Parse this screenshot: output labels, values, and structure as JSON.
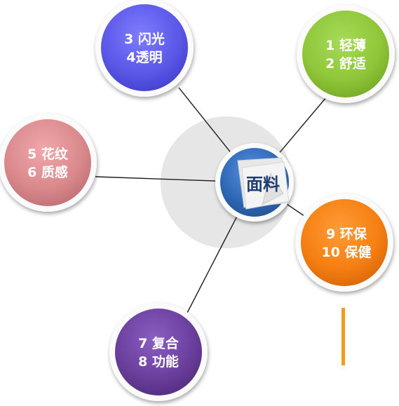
{
  "center": {
    "label": "面料"
  },
  "nodes": [
    {
      "line1": "3 闪光",
      "line2": "4透明",
      "color": "#5b57e8"
    },
    {
      "line1": "1 轻薄",
      "line2": "2 舒适",
      "color": "#8fc63a"
    },
    {
      "line1": "5 花纹",
      "line2": "6 质感",
      "color": "#d9898c"
    },
    {
      "line1": "9 环保",
      "line2": "10 保健",
      "color": "#f57f12"
    },
    {
      "line1": "7 复合",
      "line2": "8 功能",
      "color": "#6a3f9c"
    }
  ],
  "colors": {
    "halo": "#e6e6e6",
    "center": "#2d67b6",
    "accent_bar": "#f39b1a",
    "connector": "#1e1e1e"
  }
}
